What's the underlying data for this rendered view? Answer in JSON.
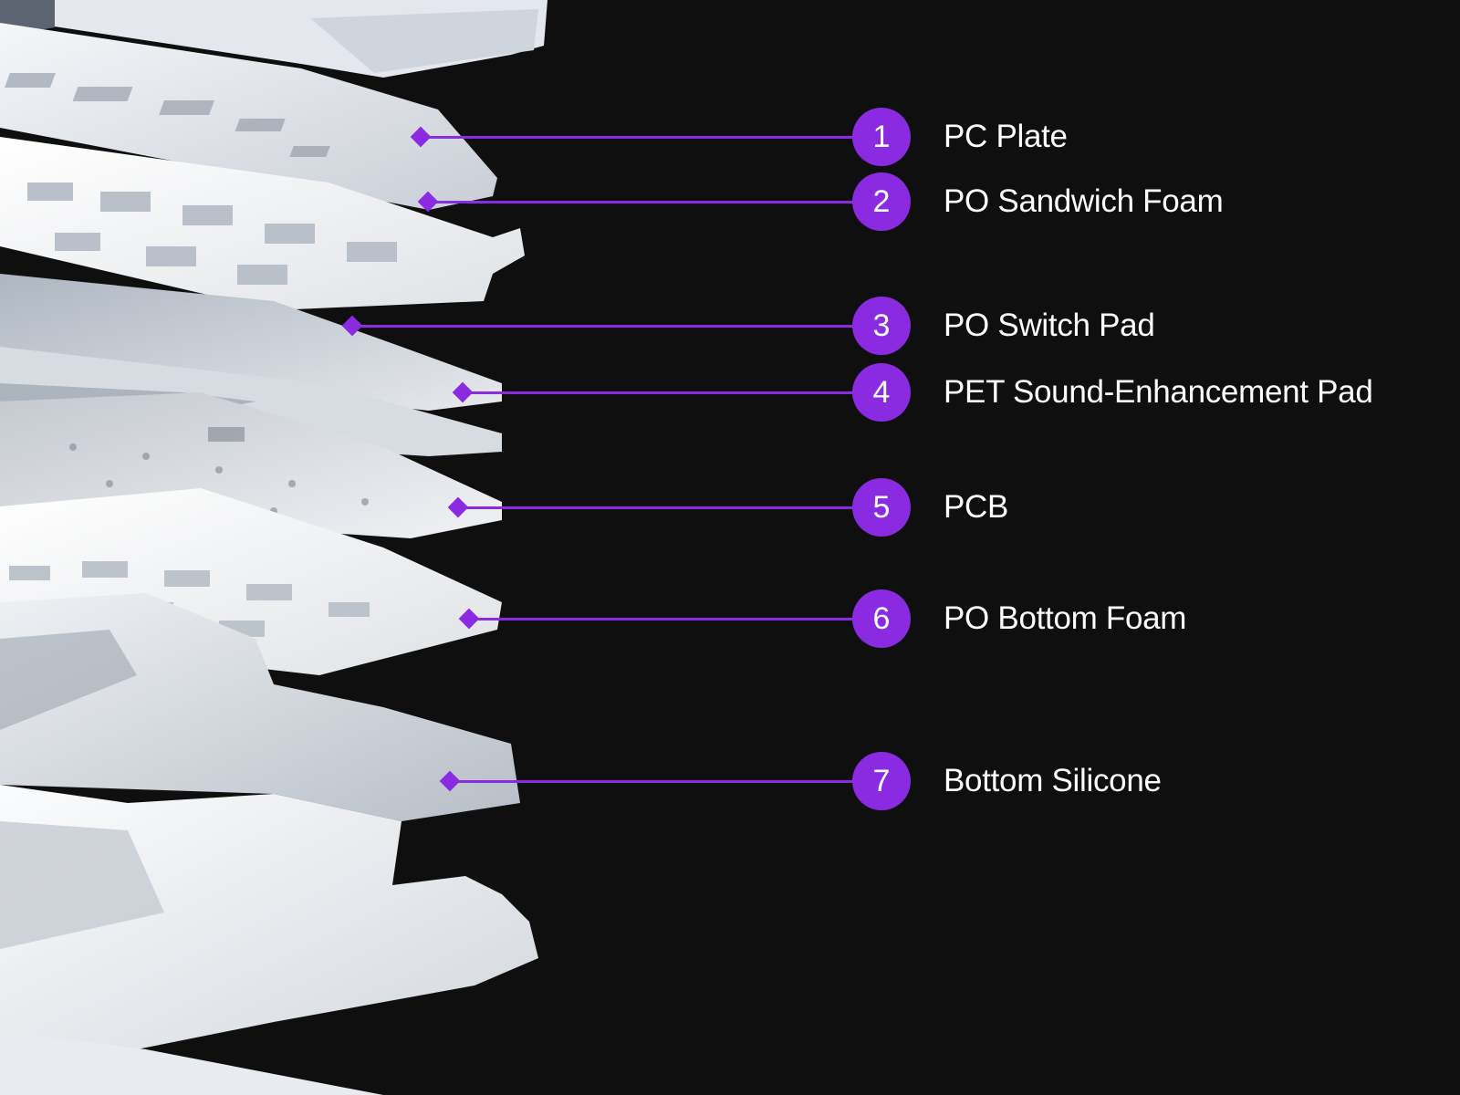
{
  "accent_color": "#8a2be2",
  "background_color": "#0f0f10",
  "layers": [
    {
      "number": "1",
      "label": "PC Plate"
    },
    {
      "number": "2",
      "label": "PO Sandwich Foam"
    },
    {
      "number": "3",
      "label": "PO Switch Pad"
    },
    {
      "number": "4",
      "label": "PET Sound-Enhancement Pad"
    },
    {
      "number": "5",
      "label": "PCB"
    },
    {
      "number": "6",
      "label": "PO Bottom Foam"
    },
    {
      "number": "7",
      "label": "Bottom Silicone"
    }
  ]
}
